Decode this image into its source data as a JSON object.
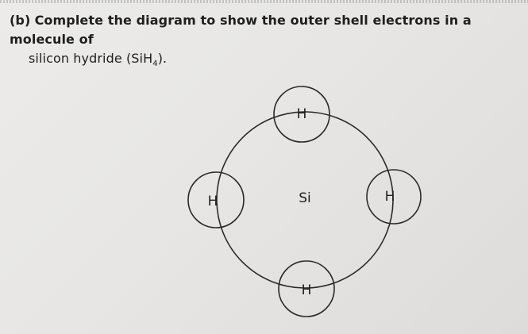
{
  "question": {
    "part_label": "(b)",
    "line1": "Complete the diagram to show the outer shell electrons in a molecule of",
    "line2_prefix": "silicon hydride (SiH",
    "line2_subscript": "4",
    "line2_suffix": ")."
  },
  "diagram": {
    "central_atom": "Si",
    "hydrogens": {
      "top": "H",
      "left": "H",
      "right": "H",
      "bottom": "H"
    }
  }
}
